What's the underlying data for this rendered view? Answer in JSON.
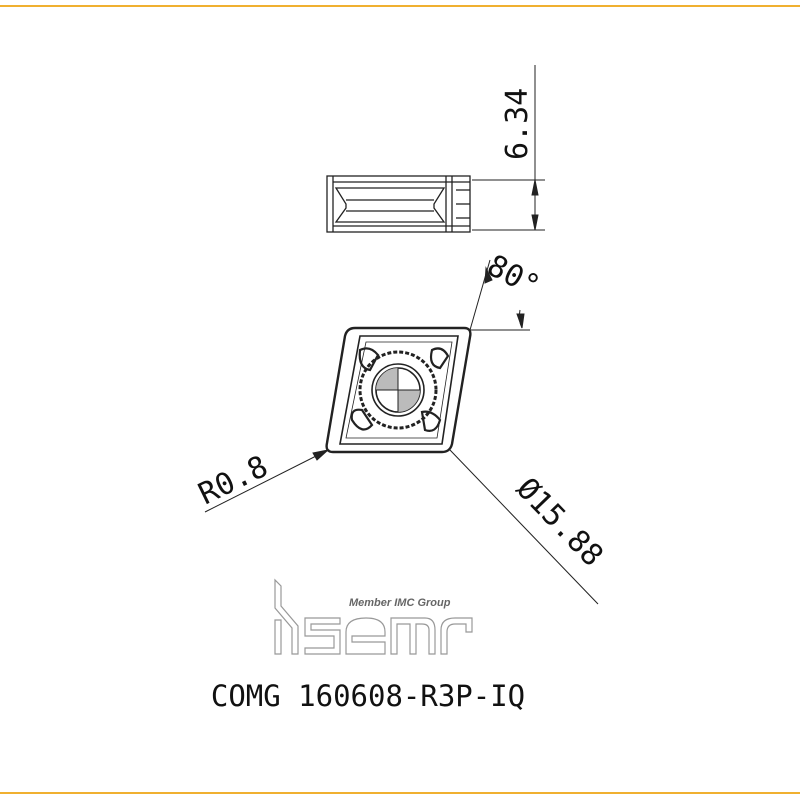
{
  "drawing": {
    "thickness_dim": "6.34",
    "angle_dim": "80°",
    "radius_dim": "R0.8",
    "diameter_dim": "Ø15.88",
    "title": "COMG 160608-R3P-IQ"
  },
  "logo": {
    "brand": "iscar",
    "tagline": "Member IMC Group"
  },
  "colors": {
    "border": "#f0b030",
    "line": "#222222",
    "logo": "#999999"
  }
}
